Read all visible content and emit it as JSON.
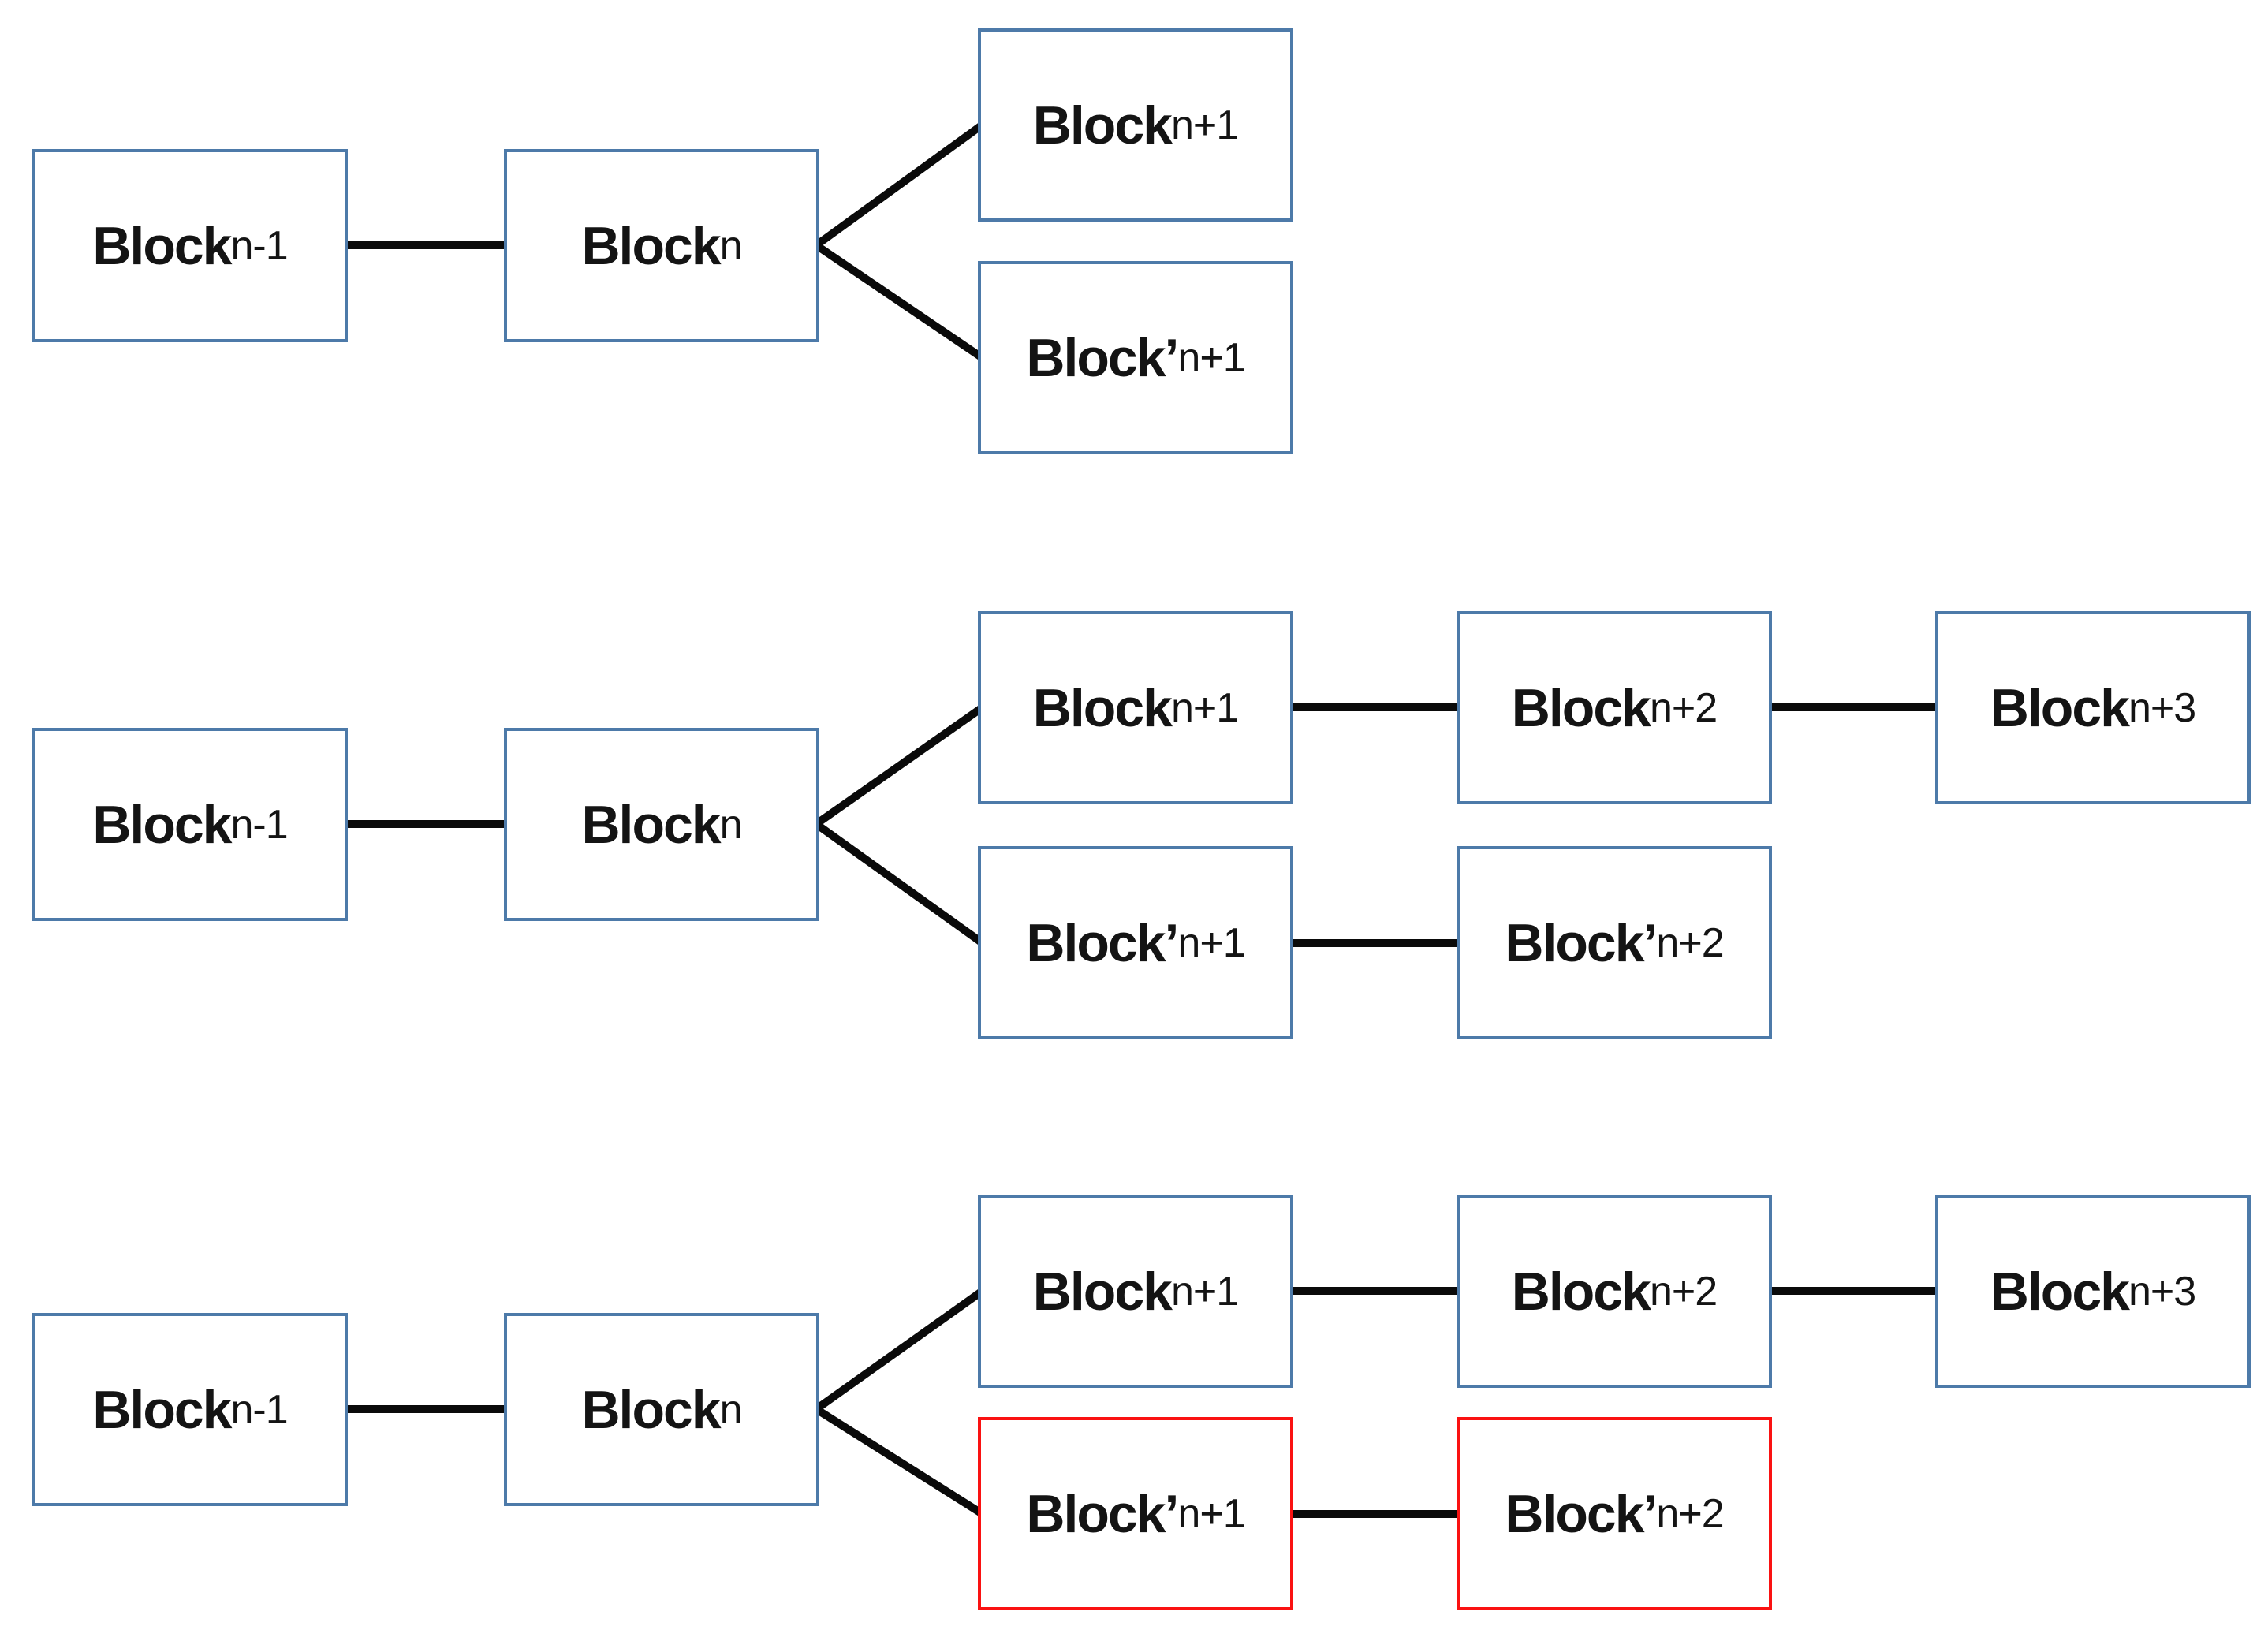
{
  "colors": {
    "normal": "#4d7aa9",
    "highlight": "#fa1212",
    "connector": "#0a0a0a",
    "background": "#ffffff",
    "text": "#141414"
  },
  "rows": [
    {
      "name": "fork-start",
      "blocks": [
        {
          "main": "Block",
          "sub": "n-1",
          "border": "normal"
        },
        {
          "main": "Block",
          "sub": "n",
          "border": "normal"
        },
        {
          "main": "Block",
          "sub": "n+1",
          "border": "normal"
        },
        {
          "main": "Block’",
          "sub": "n+1",
          "border": "normal"
        }
      ]
    },
    {
      "name": "fork-growth",
      "blocks": [
        {
          "main": "Block",
          "sub": "n-1",
          "border": "normal"
        },
        {
          "main": "Block",
          "sub": "n",
          "border": "normal"
        },
        {
          "main": "Block",
          "sub": "n+1",
          "border": "normal"
        },
        {
          "main": "Block’",
          "sub": "n+1",
          "border": "normal"
        },
        {
          "main": "Block",
          "sub": "n+2",
          "border": "normal"
        },
        {
          "main": "Block’",
          "sub": "n+2",
          "border": "normal"
        },
        {
          "main": "Block",
          "sub": "n+3",
          "border": "normal"
        }
      ]
    },
    {
      "name": "fork-resolution",
      "blocks": [
        {
          "main": "Block",
          "sub": "n-1",
          "border": "normal"
        },
        {
          "main": "Block",
          "sub": "n",
          "border": "normal"
        },
        {
          "main": "Block",
          "sub": "n+1",
          "border": "normal"
        },
        {
          "main": "Block’",
          "sub": "n+1",
          "border": "highlight"
        },
        {
          "main": "Block",
          "sub": "n+2",
          "border": "normal"
        },
        {
          "main": "Block’",
          "sub": "n+2",
          "border": "highlight"
        },
        {
          "main": "Block",
          "sub": "n+3",
          "border": "normal"
        }
      ]
    }
  ]
}
